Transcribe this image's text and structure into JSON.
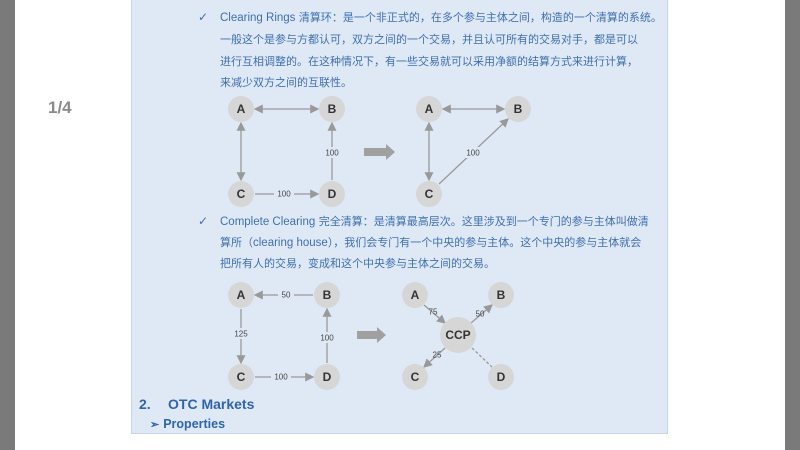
{
  "viewer": {
    "page_indicator": "1/4"
  },
  "section1": {
    "bullet": "✓",
    "term": "Clearing Rings",
    "lines": [
      " 清算环：是一个非正式的，在多个参与主体之间，构造的一个清算的系统。",
      "一般这个是参与方都认可，双方之间的一个交易，并且认可所有的交易对手，都是可以",
      "进行互相调整的。在这种情况下，有一些交易就可以采用净额的结算方式来进行计算，",
      "来减少双方之间的互联性。"
    ],
    "diagram": {
      "before": {
        "nodes": [
          "A",
          "B",
          "C",
          "D"
        ],
        "labels": {
          "D_B": "100",
          "C_D": "100"
        }
      },
      "after": {
        "nodes": [
          "A",
          "B",
          "C"
        ],
        "labels": {
          "C_B": "100"
        }
      }
    }
  },
  "section2": {
    "bullet": "✓",
    "term": "Complete Clearing",
    "line1_rest": " 完全清算：是清算最高层次。这里涉及到一个专门的参与主体叫做清",
    "line2_a": "算所（",
    "line2_en": "clearing house",
    "line2_b": "），我们会专门有一个中央的参与主体。这个中央的参与主体就会",
    "line3": "把所有人的交易，变成和这个中央参与主体之间的交易。",
    "diagram": {
      "before": {
        "nodes": [
          "A",
          "B",
          "C",
          "D"
        ],
        "labels": {
          "B_A": "50",
          "A_C": "125",
          "D_B": "100",
          "C_D": "100"
        }
      },
      "after": {
        "nodes": [
          "A",
          "B",
          "CCP",
          "C",
          "D"
        ],
        "labels": {
          "A_CCP": "75",
          "CCP_B": "50",
          "CCP_C": "25"
        }
      }
    }
  },
  "heading": {
    "number": "2.",
    "title": "OTC Markets"
  },
  "subheading": {
    "bullet": "➢",
    "title": "Properties"
  }
}
